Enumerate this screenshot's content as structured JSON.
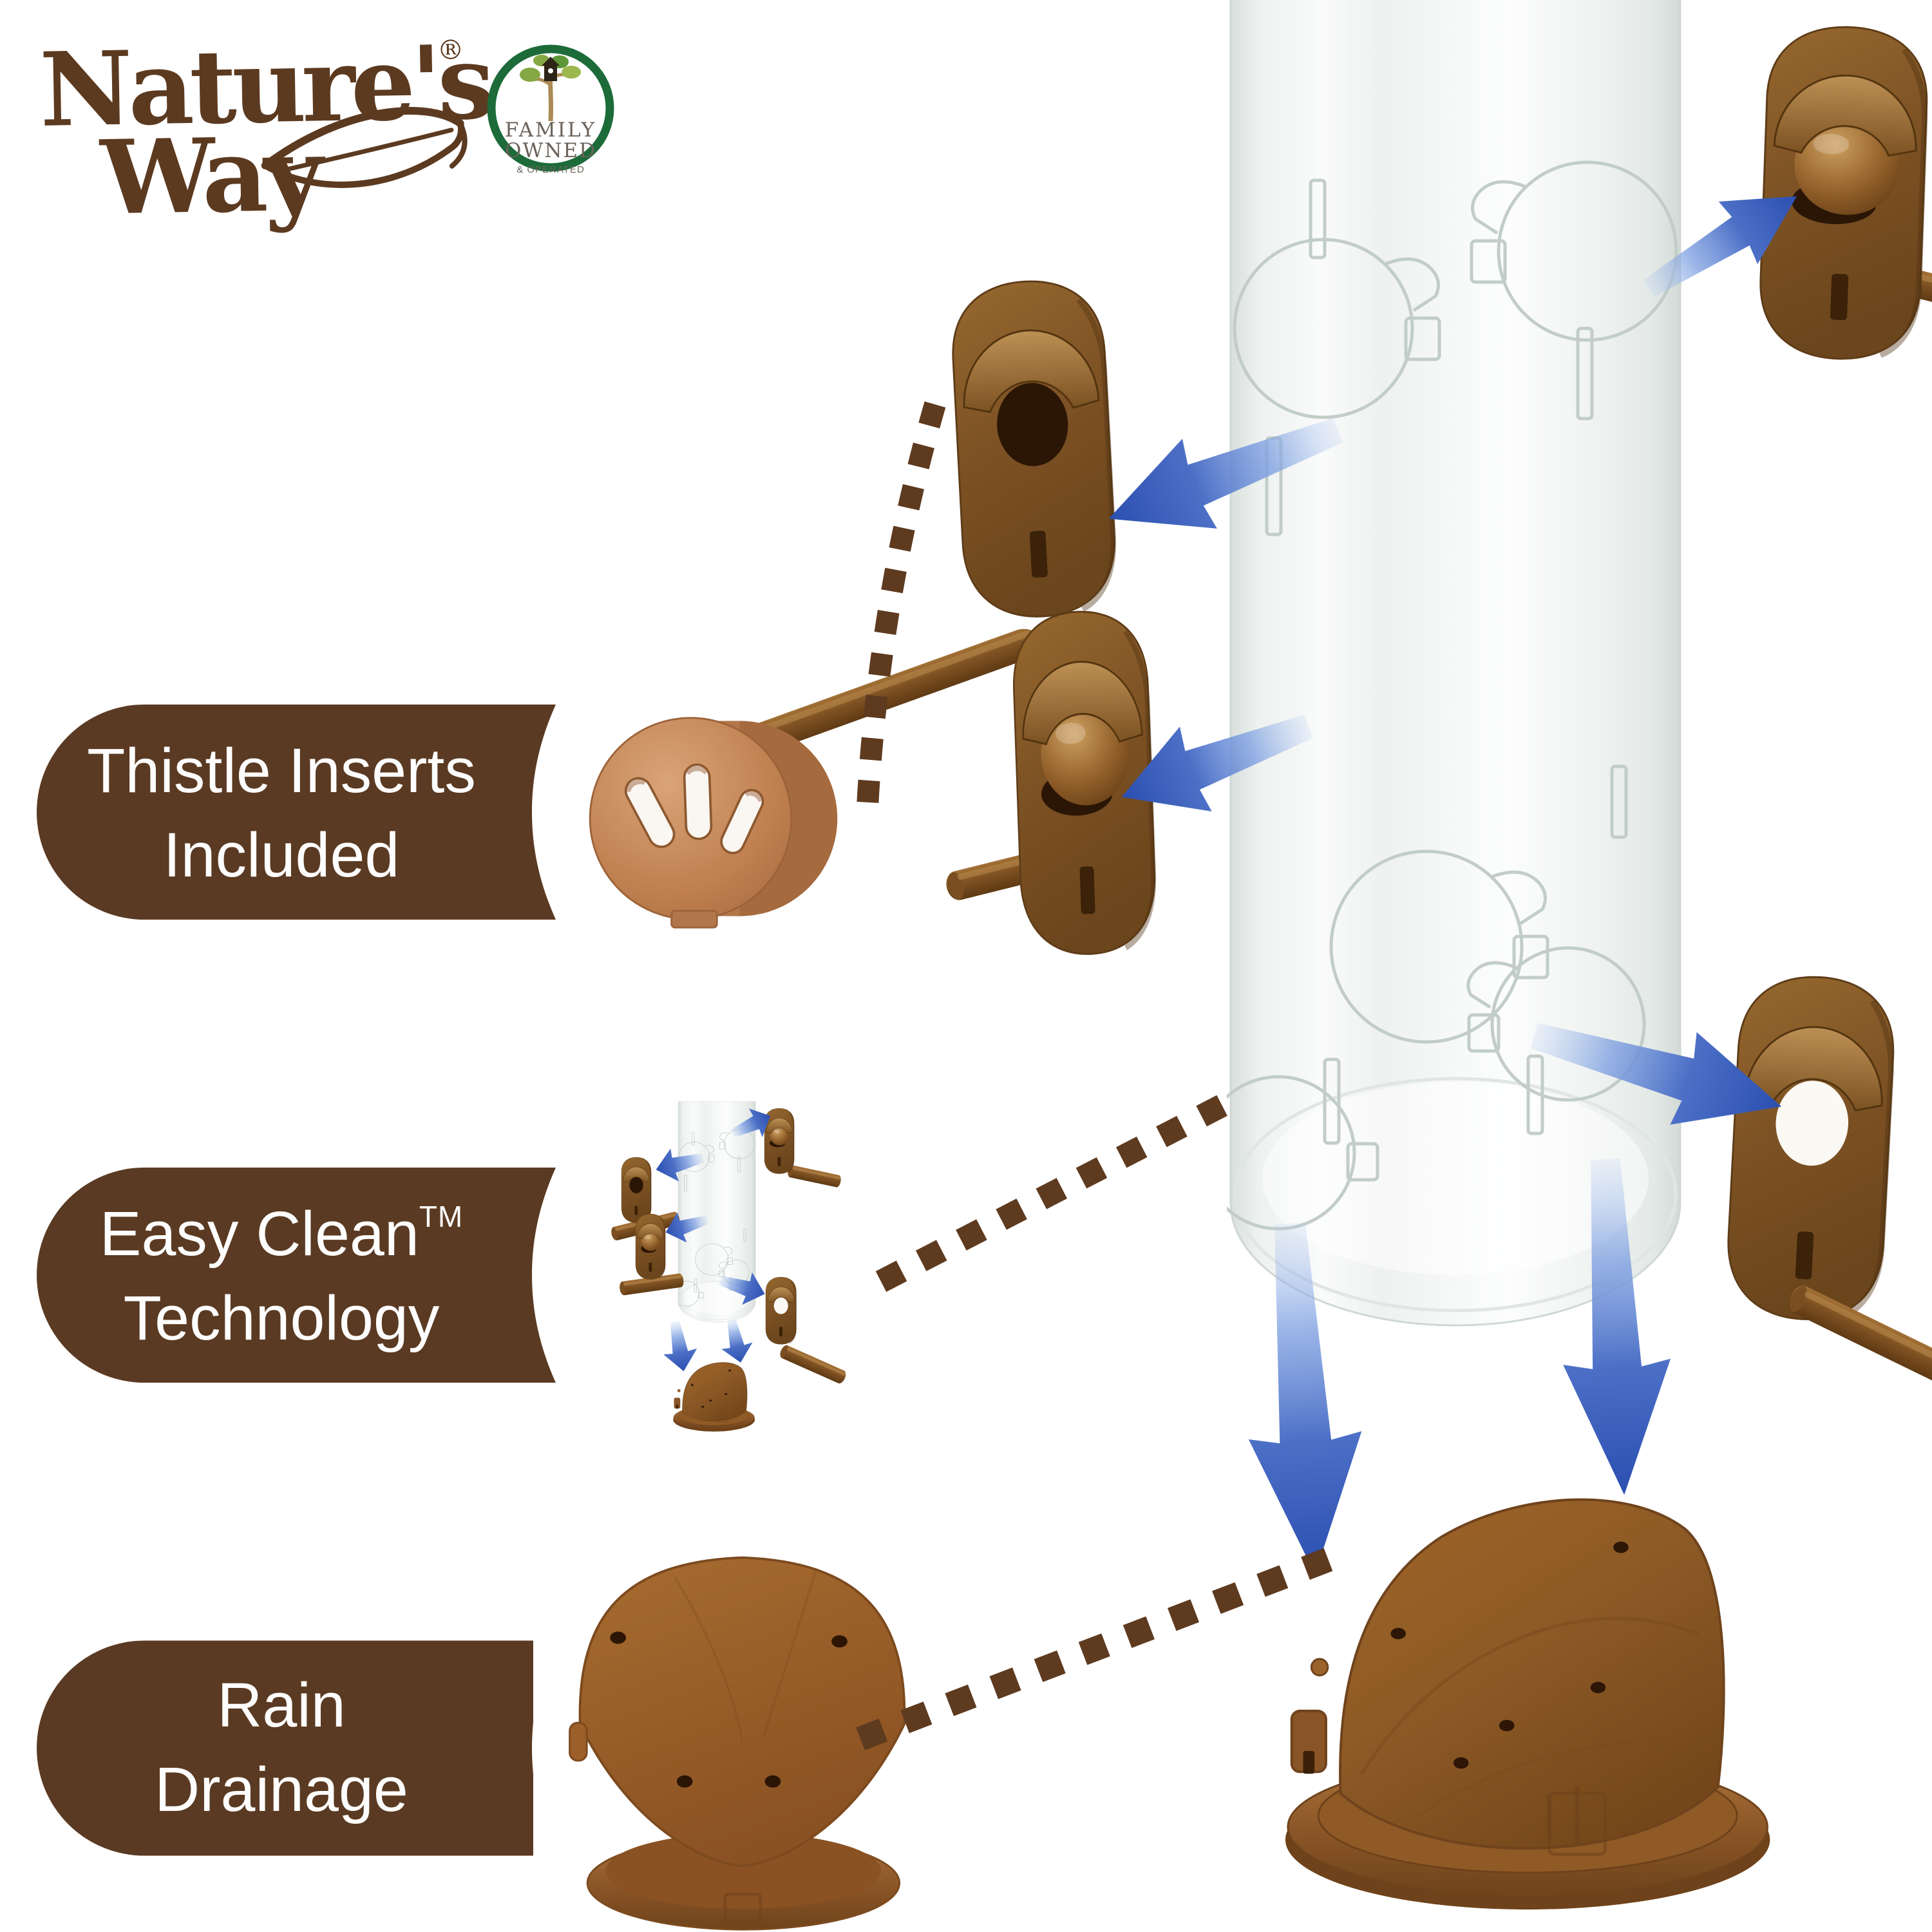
{
  "header": {
    "brand": {
      "line1": "Nature's",
      "line2": "Way",
      "registered_mark": "®"
    },
    "badge": {
      "line1": "FAMILY",
      "line2": "OWNED",
      "line3": "& OPERATED"
    }
  },
  "callouts": {
    "thistle": {
      "line1": "Thistle Inserts",
      "line2": "Included"
    },
    "easy_clean": {
      "line1": "Easy Clean",
      "trademark": "TM",
      "line2": "Technology"
    },
    "rain": {
      "line1": "Rain",
      "line2": "Drainage"
    }
  },
  "icons": {
    "assembly_arrow": "blue-block-arrow",
    "dotted_connector": "brown-dashed-line",
    "badge_tree": "tree-with-birdhouse",
    "logo_leaf": "leaf-swoosh"
  },
  "colors": {
    "callout_brown": "#5a3a22",
    "logo_brown": "#5c3a20",
    "badge_green": "#1c6b39",
    "badge_text_gray": "#6a625a",
    "port_brown": "#7d5224",
    "port_hood_brown": "#b98c51",
    "base_brown": "#8a5526",
    "insert_copper": "#c08050",
    "arrow_blue": "#3a5fc0",
    "dotted_line_brown": "#5e3a1f",
    "tube_tint": "#eef2f0",
    "background": "#ffffff"
  }
}
